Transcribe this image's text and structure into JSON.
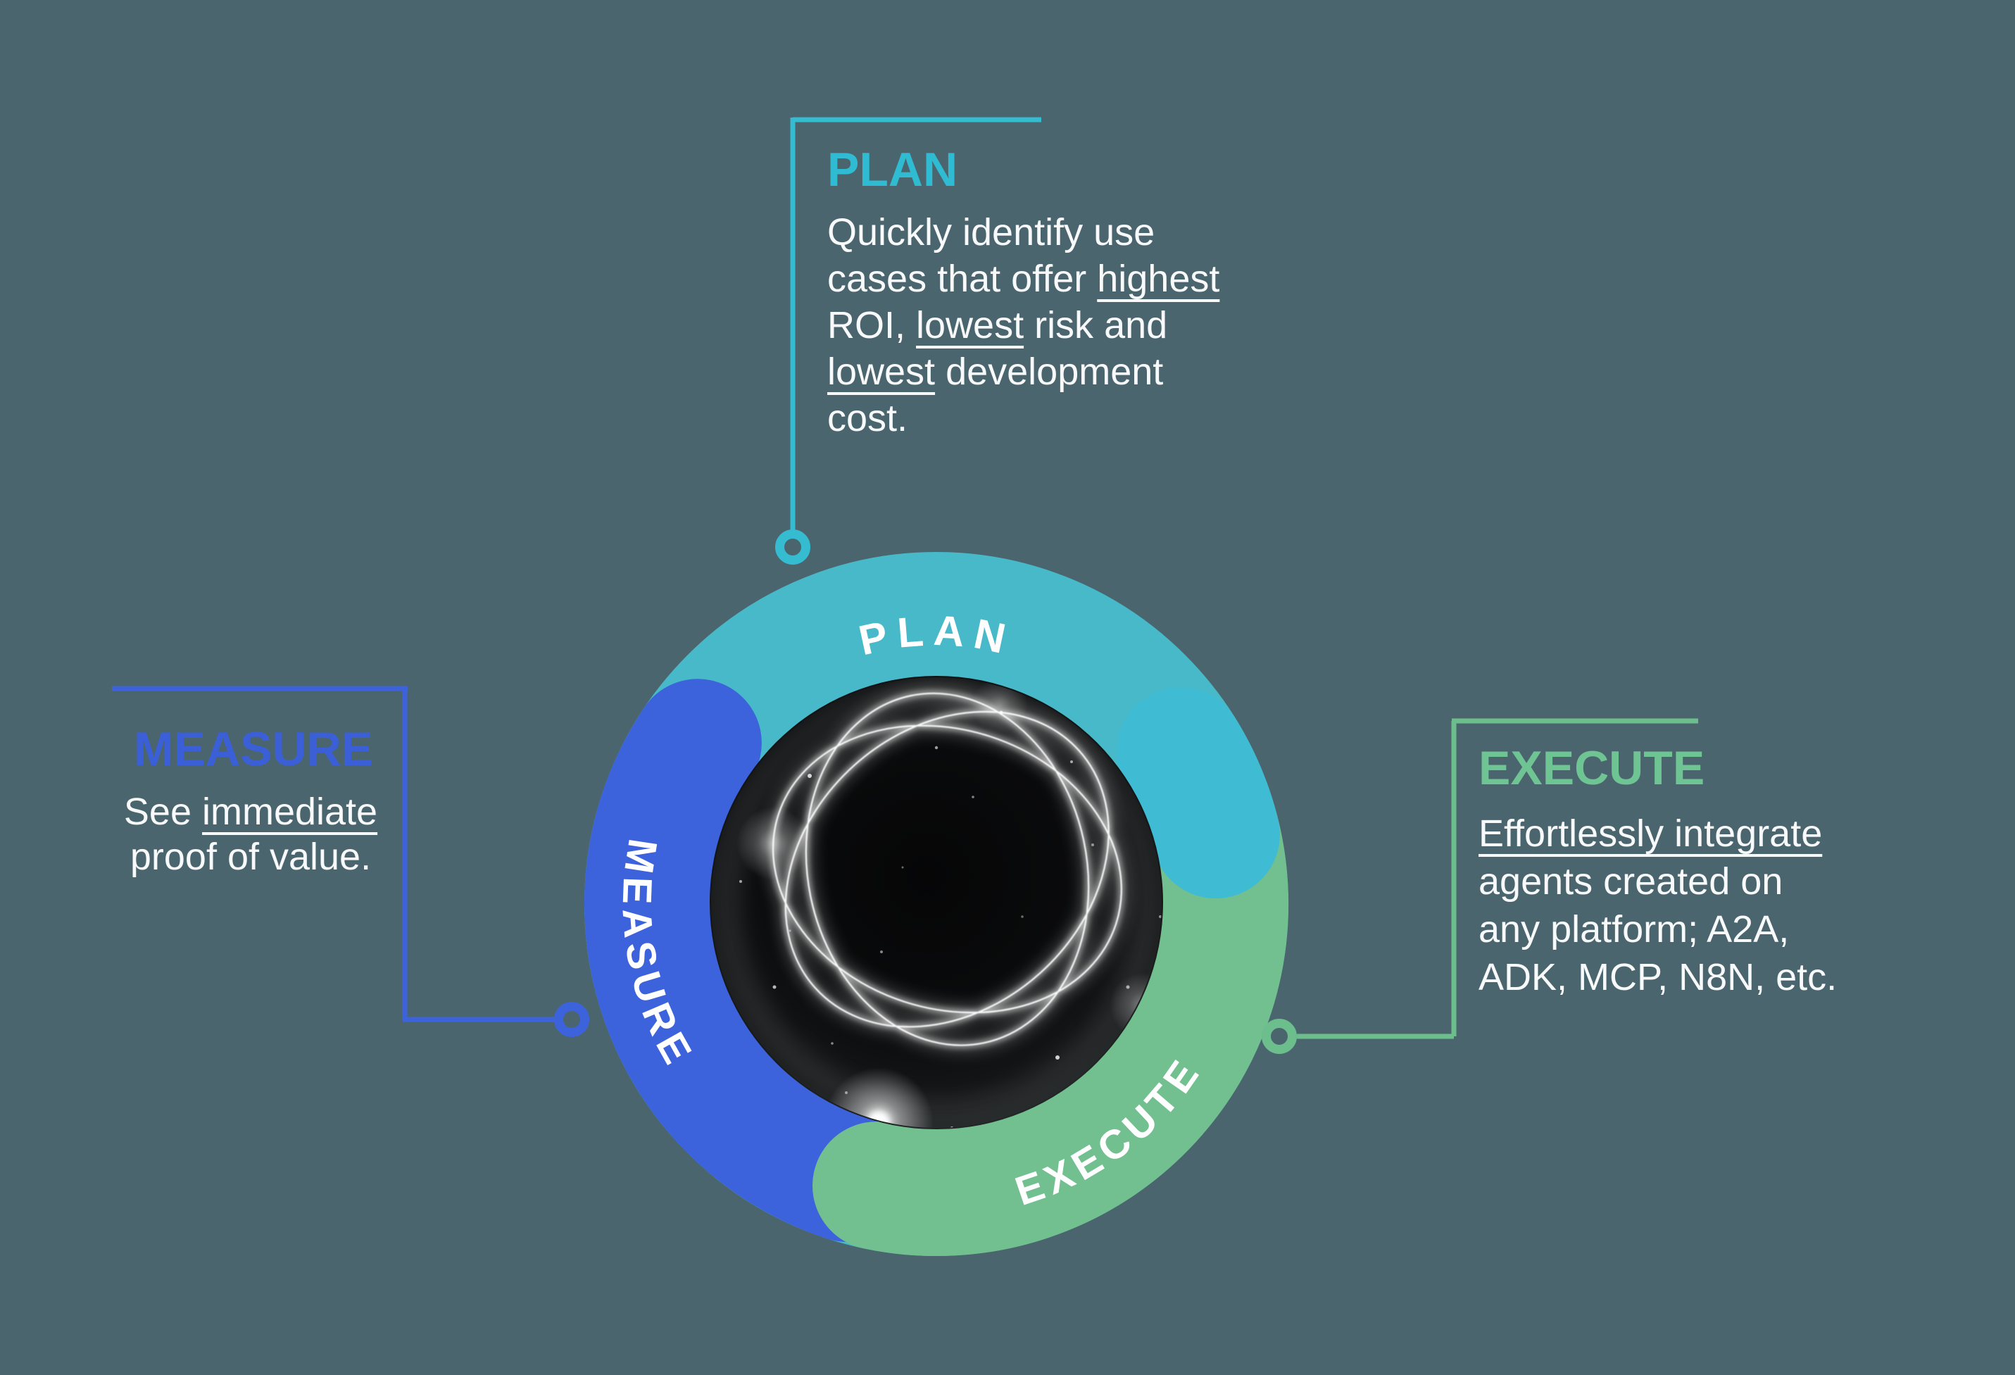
{
  "background_color": "#4B656E",
  "cycle": {
    "core": {
      "description": "black sphere with glowing white light swirl",
      "color": "#000000"
    },
    "segments": [
      {
        "id": "plan",
        "label": "PLAN",
        "color": "#48B9C8"
      },
      {
        "id": "measure",
        "label": "MEASURE",
        "color": "#3D63DC"
      },
      {
        "id": "execute",
        "label": "EXECUTE",
        "color": "#72C08F"
      }
    ],
    "label_text_color": "#FFFFFF"
  },
  "callouts": [
    {
      "id": "plan",
      "title": "PLAN",
      "accent": "#2FBBD2",
      "lines": [
        [
          {
            "t": "Quickly identify use"
          }
        ],
        [
          {
            "t": "cases that offer "
          },
          {
            "t": "highest",
            "u": true
          }
        ],
        [
          {
            "t": "ROI, "
          },
          {
            "t": "lowest",
            "u": true
          },
          {
            "t": " risk and"
          }
        ],
        [
          {
            "t": "lowest",
            "u": true
          },
          {
            "t": " development"
          }
        ],
        [
          {
            "t": "cost."
          }
        ]
      ]
    },
    {
      "id": "measure",
      "title": "MEASURE",
      "accent": "#3B5FD7",
      "lines": [
        [
          {
            "t": "See "
          },
          {
            "t": "immediate",
            "u": true
          }
        ],
        [
          {
            "t": "proof of value."
          }
        ]
      ]
    },
    {
      "id": "execute",
      "title": "EXECUTE",
      "accent": "#6FC494",
      "lines": [
        [
          {
            "t": "Effortlessly integrate",
            "u": true
          }
        ],
        [
          {
            "t": "agents created on"
          }
        ],
        [
          {
            "t": "any platform; A2A,"
          }
        ],
        [
          {
            "t": "ADK, MCP, N8N, etc."
          }
        ]
      ]
    }
  ],
  "connector_colors": {
    "plan": "#36BCD1",
    "measure": "#3D63DC",
    "execute": "#6CBE8D"
  }
}
